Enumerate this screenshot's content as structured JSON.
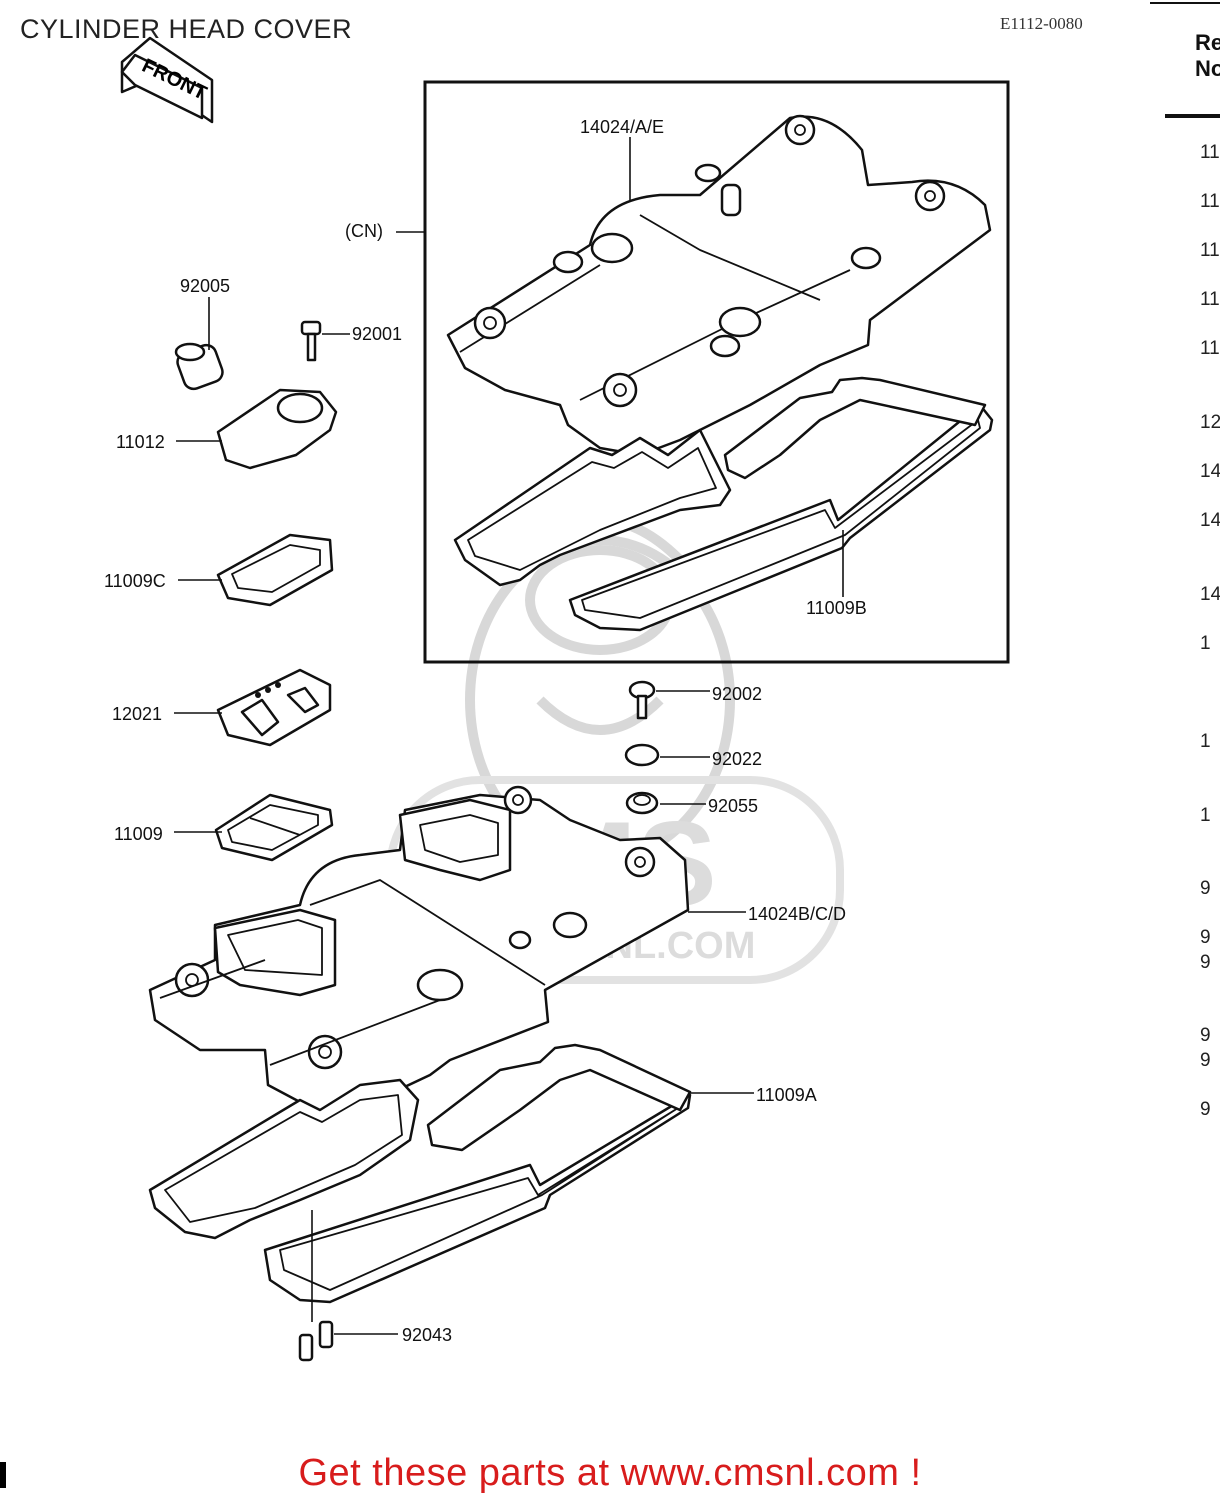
{
  "page": {
    "title": "CYLINDER HEAD COVER",
    "diagram_code": "E1112-0080",
    "front_badge": "FRONT",
    "ref_header": "Re\nNo",
    "ref_items": [
      "11",
      "11",
      "11",
      "11",
      "11",
      "12",
      "14",
      "14",
      "14",
      "1",
      "1",
      "1",
      "9",
      "9",
      "9",
      "9",
      "9",
      "9"
    ],
    "promo_text": "Get these parts at www.cmsnl.com !",
    "watermark_text": "CMS",
    "watermark_url": "WWW.CMSNL.COM"
  },
  "callouts": {
    "c14024AE": "14024/A/E",
    "cCN": "(CN)",
    "c92005": "92005",
    "c92001": "92001",
    "c11012": "11012",
    "c11009C": "11009C",
    "c11009B": "11009B",
    "c12021": "12021",
    "c92002": "92002",
    "c92022": "92022",
    "c92055": "92055",
    "c11009": "11009",
    "c14024BCD": "14024B/C/D",
    "c11009A": "11009A",
    "c92043": "92043"
  },
  "colors": {
    "promo": "#d81c1c",
    "line": "#111111",
    "watermark": "#dcdcdc"
  }
}
